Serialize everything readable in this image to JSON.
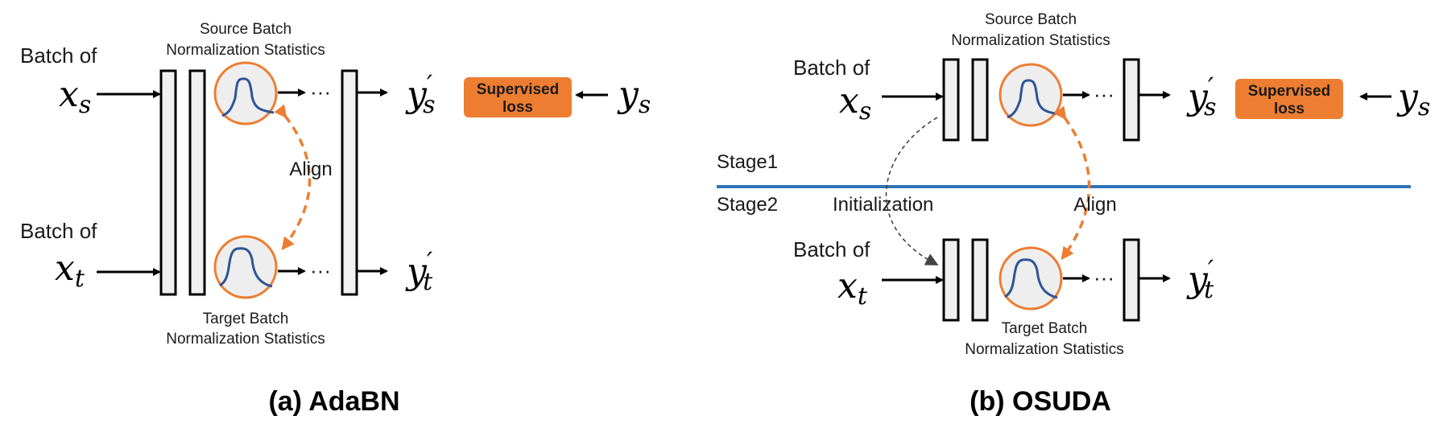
{
  "colors": {
    "accent_orange": "#ed7d31",
    "divider_blue": "#2e75b6",
    "curve_blue": "#2e5597",
    "layer_fill": "#f0f0f0"
  },
  "panel_a": {
    "caption": "(a) AdaBN",
    "source_stats_line1": "Source Batch",
    "source_stats_line2": "Normalization Statistics",
    "target_stats_line1": "Target Batch",
    "target_stats_line2": "Normalization Statistics",
    "batch_of_source": "Batch of",
    "batch_of_target": "Batch of",
    "x_s": "x",
    "x_s_sub": "s",
    "x_t": "x",
    "x_t_sub": "t",
    "y_s_pred": "y",
    "y_s_pred_sub": "s",
    "y_t_pred": "y",
    "y_t_pred_sub": "t",
    "prime": "′",
    "y_s_label": "y",
    "y_s_label_sub": "s",
    "dots": "···",
    "supervised_line1": "Supervised",
    "supervised_line2": "loss",
    "align": "Align"
  },
  "panel_b": {
    "caption": "(b) OSUDA",
    "source_stats_line1": "Source Batch",
    "source_stats_line2": "Normalization Statistics",
    "target_stats_line1": "Target Batch",
    "target_stats_line2": "Normalization Statistics",
    "batch_of_source": "Batch of",
    "batch_of_target": "Batch of",
    "x_s": "x",
    "x_s_sub": "s",
    "x_t": "x",
    "x_t_sub": "t",
    "y_s_pred": "y",
    "y_s_pred_sub": "s",
    "y_t_pred": "y",
    "y_t_pred_sub": "t",
    "prime": "′",
    "y_s_label": "y",
    "y_s_label_sub": "s",
    "dots": "···",
    "supervised_line1": "Supervised",
    "supervised_line2": "loss",
    "align": "Align",
    "stage1": "Stage1",
    "stage2": "Stage2",
    "initialization": "Initialization"
  },
  "icons": {
    "bn_distribution": "distribution-curve-icon",
    "arrow": "arrow-right-icon"
  }
}
